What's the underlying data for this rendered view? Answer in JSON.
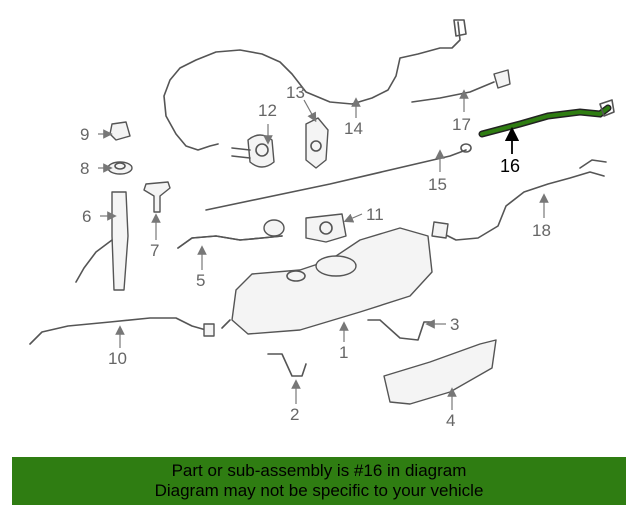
{
  "diagram": {
    "callouts": [
      "1",
      "2",
      "3",
      "4",
      "5",
      "6",
      "7",
      "8",
      "9",
      "10",
      "11",
      "12",
      "13",
      "14",
      "15",
      "16",
      "17",
      "18"
    ],
    "highlighted_part": "16",
    "highlight_color": "#2f7d12"
  },
  "banner": {
    "line1": "Part or sub-assembly is #16 in diagram",
    "line2": "Diagram may not be specific to your vehicle",
    "background": "#2f7d12"
  }
}
